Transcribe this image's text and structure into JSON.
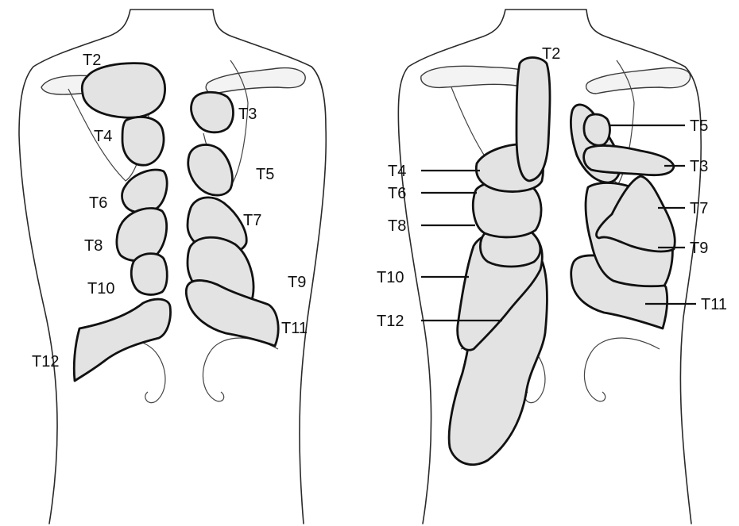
{
  "left_figure": {
    "labels": [
      "T2",
      "T3",
      "T4",
      "T5",
      "T6",
      "T7",
      "T8",
      "T9",
      "T10",
      "T11",
      "T12"
    ]
  },
  "right_figure": {
    "labels": [
      "T2",
      "T5",
      "T3",
      "T4",
      "T6",
      "T7",
      "T8",
      "T9",
      "T10",
      "T11",
      "T12"
    ]
  },
  "colors": {
    "zone_fill": "#e3e3e3",
    "outline": "#111111",
    "background": "#ffffff"
  }
}
